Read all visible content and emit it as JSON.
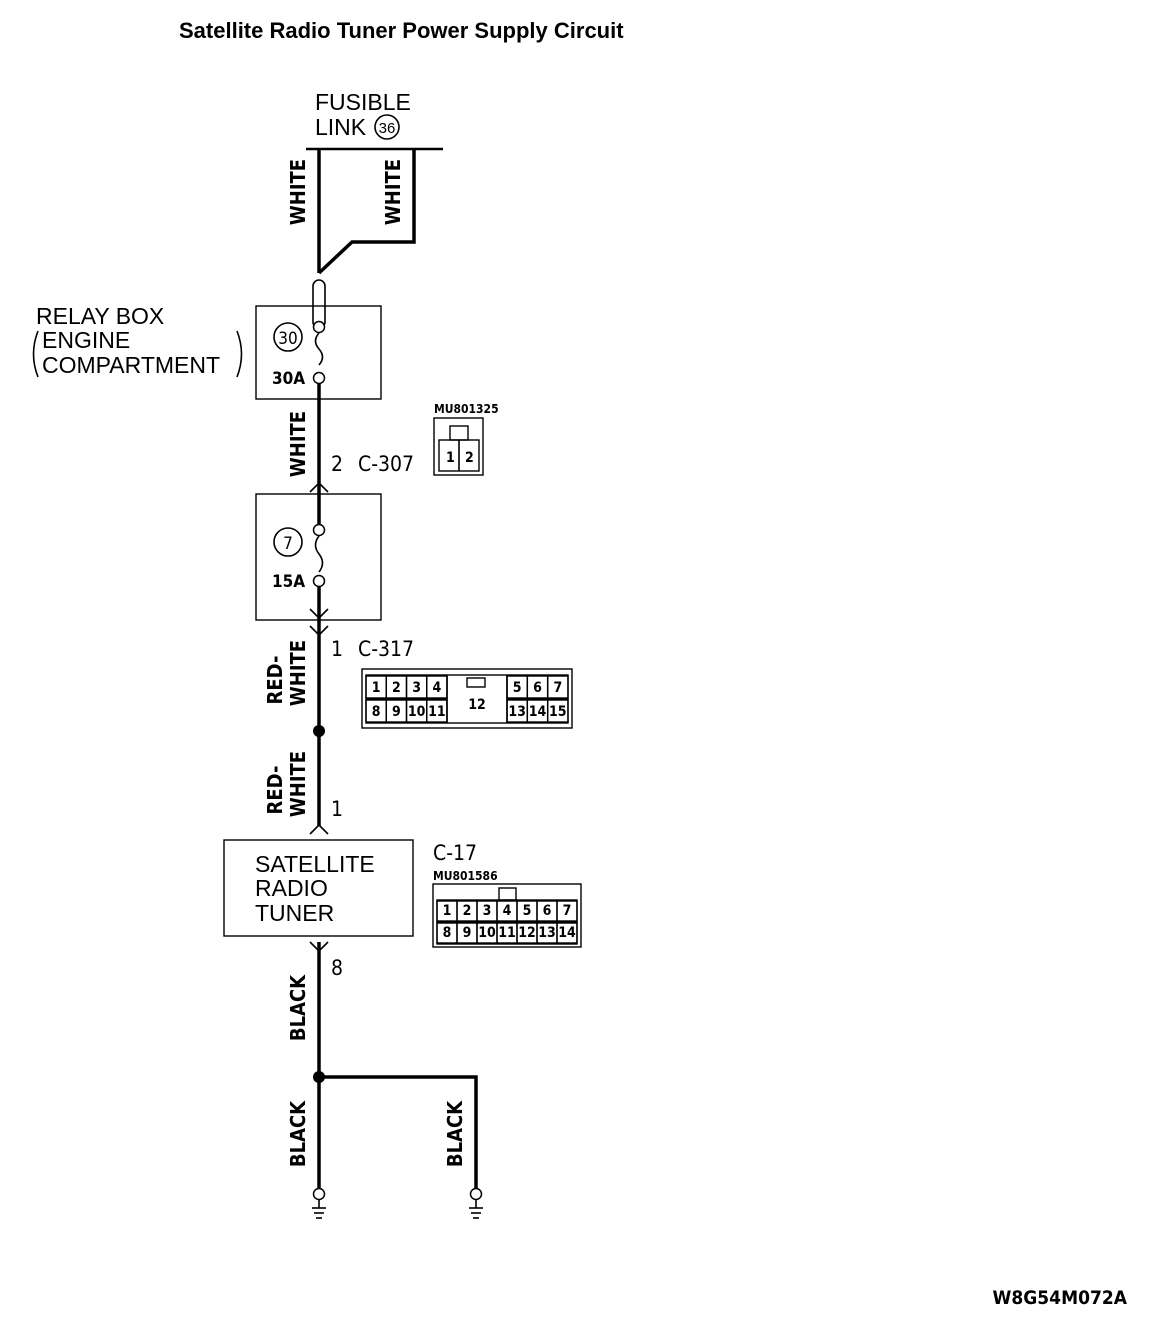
{
  "title": "Satellite Radio Tuner Power Supply Circuit",
  "fusible_link": {
    "line1": "FUSIBLE",
    "line2": "LINK",
    "number": "36"
  },
  "relay_box": {
    "line1": "RELAY BOX",
    "line2": "ENGINE",
    "line3": "COMPARTMENT",
    "fuse_number": "30",
    "fuse_rating": "30A"
  },
  "fuse_block_fuse": {
    "fuse_number": "7",
    "fuse_rating": "15A"
  },
  "wires": {
    "white_main": "WHITE",
    "white_branch": "WHITE",
    "white_lower": "WHITE",
    "red_white_1_a": "RED-",
    "red_white_1_b": "WHITE",
    "red_white_2_a": "RED-",
    "red_white_2_b": "WHITE",
    "black_1": "BLACK",
    "black_2": "BLACK",
    "black_3": "BLACK"
  },
  "connectors": {
    "c307": {
      "pin": "2",
      "name": "C-307",
      "part": "MU801325",
      "pins": [
        "1",
        "2"
      ]
    },
    "c317": {
      "pin": "1",
      "name": "C-317",
      "top_pins": [
        "1",
        "2",
        "3",
        "4",
        "5",
        "6",
        "7"
      ],
      "center_pin": "12",
      "bottom_pins": [
        "8",
        "9",
        "10",
        "11",
        "13",
        "14",
        "15"
      ]
    },
    "tuner_in": {
      "pin": "1"
    },
    "c17": {
      "name": "C-17",
      "part": "MU801586",
      "top_pins": [
        "1",
        "2",
        "3",
        "4",
        "5",
        "6",
        "7"
      ],
      "bottom_pins": [
        "8",
        "9",
        "10",
        "11",
        "12",
        "13",
        "14"
      ]
    },
    "tuner_gnd": {
      "pin": "8"
    }
  },
  "tuner": {
    "line1": "SATELLITE",
    "line2": "RADIO",
    "line3": "TUNER"
  },
  "figure_code": "W8G54M072A"
}
